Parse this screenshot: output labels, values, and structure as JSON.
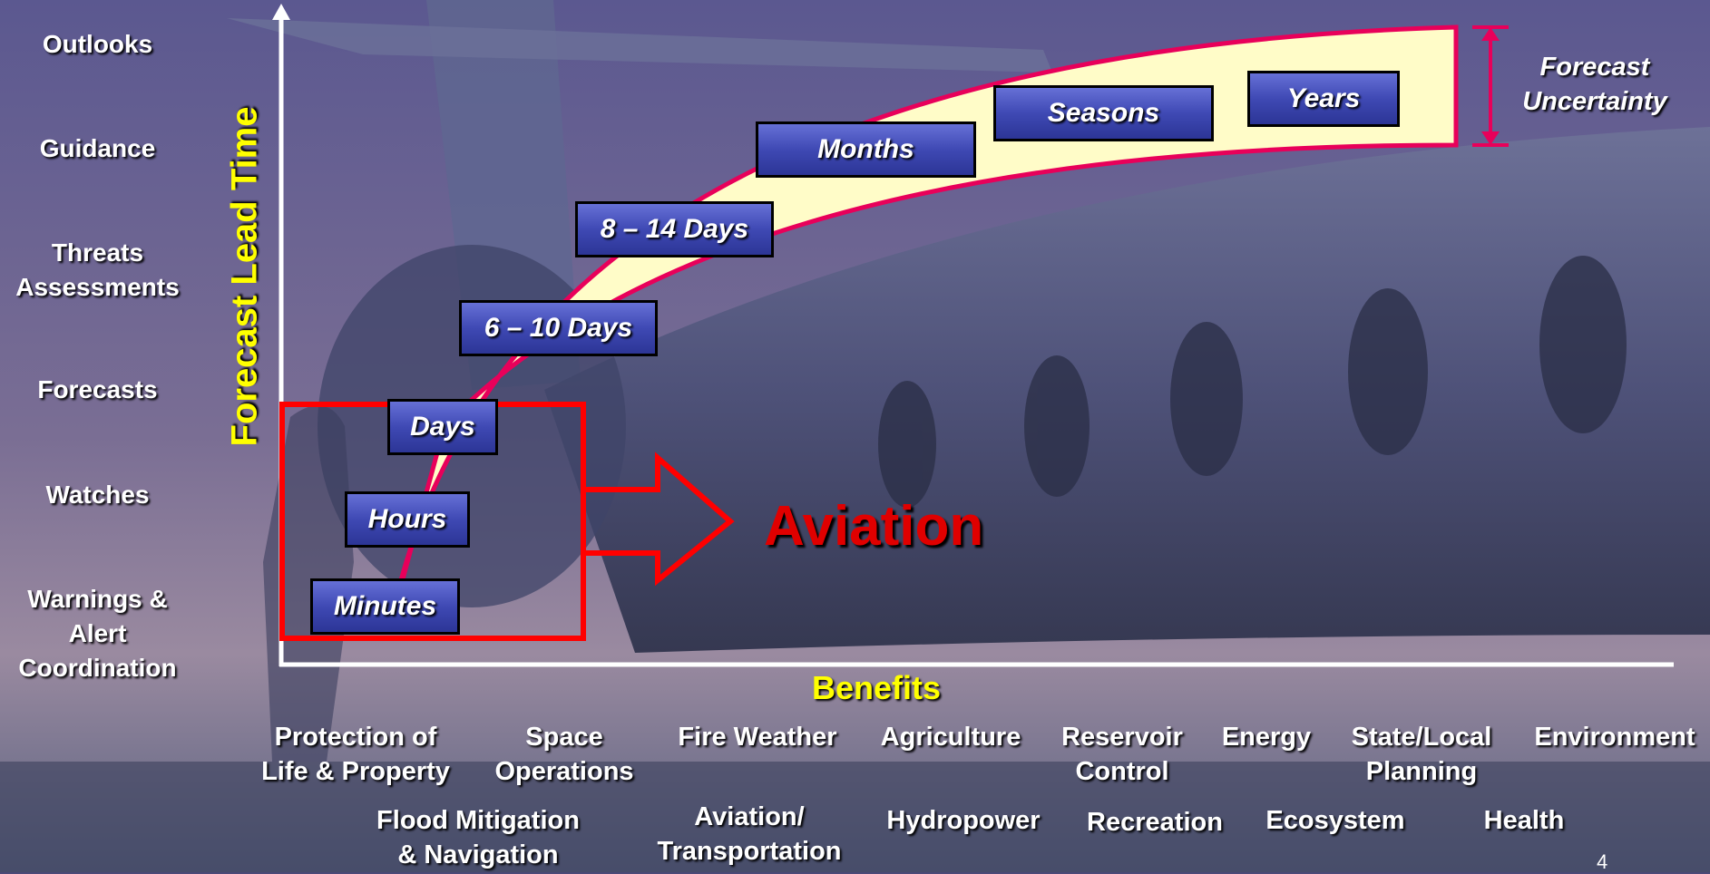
{
  "products": [
    {
      "label": "Outlooks"
    },
    {
      "label": "Guidance"
    },
    {
      "label": "Threats\nAssessments"
    },
    {
      "label": "Forecasts"
    },
    {
      "label": "Watches"
    },
    {
      "label": "Warnings &\nAlert\nCoordination"
    }
  ],
  "axis": {
    "y_title_part1": "Forecast",
    "y_title_part2": "Lead Time",
    "x_title": "Benefits"
  },
  "time_scales": [
    "Minutes",
    "Hours",
    "Days",
    "6 – 10 Days",
    "8 – 14 Days",
    "Months",
    "Seasons",
    "Years"
  ],
  "uncertainty_label": "Forecast\nUncertainty",
  "highlight_label": "Aviation",
  "benefits_row1": [
    "Protection of\nLife & Property",
    "Space\nOperations",
    "Fire Weather",
    "Agriculture",
    "Reservoir\nControl",
    "Energy",
    "State/Local\nPlanning",
    "Environment"
  ],
  "benefits_row2": [
    "Flood Mitigation\n& Navigation",
    "Aviation/\nTransportation",
    "Hydropower",
    "Recreation",
    "Ecosystem",
    "Health"
  ],
  "page_number": "4",
  "colors": {
    "curve": "#e8005a",
    "band_fill": "#fffcc8",
    "highlight": "#ff0000",
    "axis": "#ffffff",
    "box": "#3f49b4",
    "title": "#ffff00"
  }
}
